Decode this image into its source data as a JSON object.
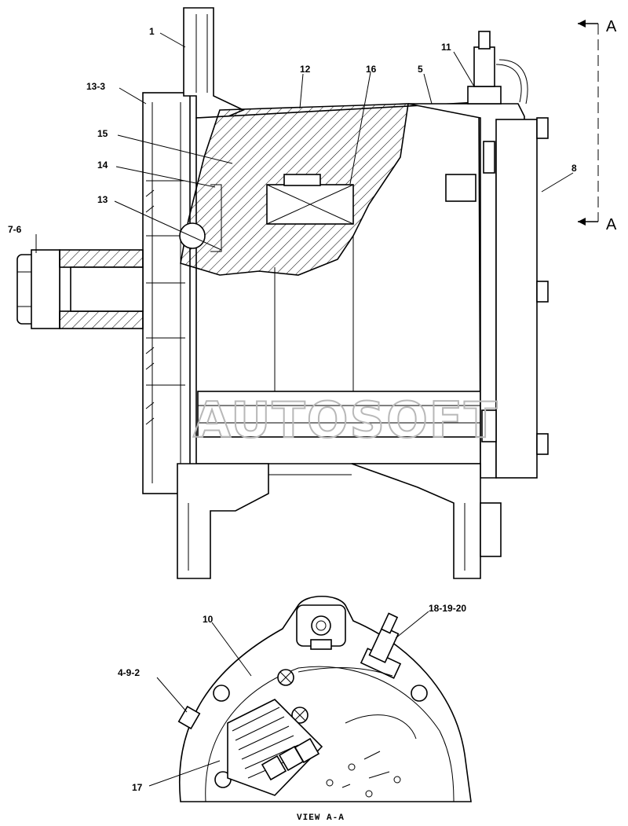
{
  "callouts": {
    "c1": "1",
    "c13_3": "13-3",
    "c15": "15",
    "c14": "14",
    "c13": "13",
    "c7_6": "7-6",
    "c12": "12",
    "c16": "16",
    "c5": "5",
    "c11": "11",
    "c8": "8",
    "c10": "10",
    "c18_19_20": "18-19-20",
    "c4_9_2": "4-9-2",
    "c17": "17"
  },
  "section_marker": {
    "top_letter": "A",
    "bottom_letter": "A"
  },
  "view_caption": "VIEW A-A",
  "watermark": "AUTOSOFT"
}
